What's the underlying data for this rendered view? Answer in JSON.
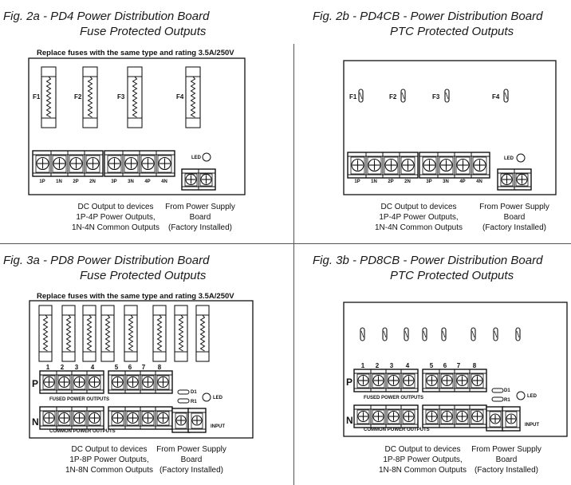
{
  "fig2a": {
    "title1": "Fig. 2a   -   PD4 Power Distribution Board",
    "title2": "Fuse Protected Outputs",
    "note": "Replace fuses with the same type and rating 3.5A/250V",
    "fuses": [
      "F1",
      "F2",
      "F3",
      "F4"
    ],
    "terminals": [
      "1P",
      "1N",
      "2P",
      "2N",
      "3P",
      "3N",
      "4P",
      "4N"
    ],
    "led": "LED",
    "caption_left": [
      "DC Output to devices",
      "1P-4P Power Outputs,",
      "1N-4N Common Outputs"
    ],
    "caption_right": [
      "From Power Supply",
      "Board",
      "(Factory Installed)"
    ]
  },
  "fig2b": {
    "title1": "Fig. 2b   -   PD4CB - Power Distribution Board",
    "title2": "PTC Protected Outputs",
    "fuses": [
      "F1",
      "F2",
      "F3",
      "F4"
    ],
    "terminals": [
      "1P",
      "1N",
      "2P",
      "2N",
      "3P",
      "3N",
      "4P",
      "4N"
    ],
    "led": "LED",
    "caption_left": [
      "DC Output to devices",
      "1P-4P Power Outputs,",
      "1N-4N Common Outputs"
    ],
    "caption_right": [
      "From Power Supply",
      "Board",
      "(Factory Installed)"
    ]
  },
  "fig3a": {
    "title1": "Fig. 3a   -   PD8 Power Distribution Board",
    "title2": "Fuse Protected Outputs",
    "note": "Replace fuses with the same type and rating 3.5A/250V",
    "numbers": [
      "1",
      "2",
      "3",
      "4",
      "5",
      "6",
      "7",
      "8"
    ],
    "row_p": "P",
    "row_n": "N",
    "fused_label": "FUSED   POWER   OUTPUTS",
    "common_label": "COMMON   POWER   OUTPUTS",
    "d1": "D1",
    "r1": "R1",
    "led": "LED",
    "input": "INPUT",
    "caption_left": [
      "DC Output to devices",
      "1P-8P Power Outputs,",
      "1N-8N Common Outputs"
    ],
    "caption_right": [
      "From Power Supply",
      "Board",
      "(Factory Installed)"
    ]
  },
  "fig3b": {
    "title1": "Fig. 3b   -   PD8CB - Power Distribution Board",
    "title2": "PTC Protected Outputs",
    "numbers": [
      "1",
      "2",
      "3",
      "4",
      "5",
      "6",
      "7",
      "8"
    ],
    "row_p": "P",
    "row_n": "N",
    "fused_label": "FUSED   POWER   OUTPUTS",
    "common_label": "COMMON   POWER   OUTPUTS",
    "d1": "D1",
    "r1": "R1",
    "led": "LED",
    "input": "INPUT",
    "caption_left": [
      "DC Output to devices",
      "1P-8P Power Outputs,",
      "1N-8N Common Outputs"
    ],
    "caption_right": [
      "From Power Supply",
      "Board",
      "(Factory Installed)"
    ]
  }
}
